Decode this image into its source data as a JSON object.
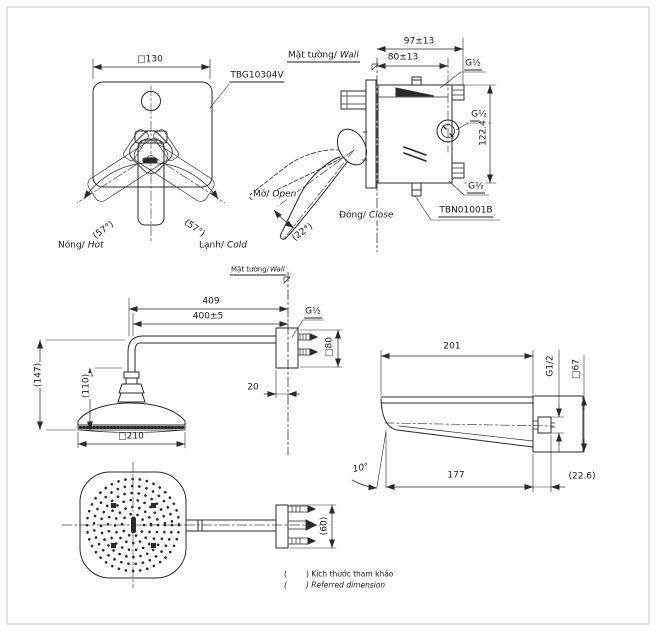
{
  "codes": {
    "head": "TBG10304V",
    "valve": "TBN01001B"
  },
  "front": {
    "size": "□130",
    "angle_left": "(57°)",
    "angle_right": "(57°)",
    "hot_vi": "Nóng/",
    "hot_en": "Hot",
    "cold_vi": "Lạnh/",
    "cold_en": "Cold"
  },
  "lever": {
    "open_vi": "Mở/",
    "open_en": "Open",
    "close_vi": "Đóng/",
    "close_en": "Close",
    "angle": "(22°)"
  },
  "valve": {
    "wall_vi": "Mặt tường/",
    "wall_en": "Wall",
    "dim_depth_max": "97±13",
    "dim_depth_min": "80±13",
    "thread_top": "G½",
    "thread_mid": "G½",
    "thread_bottom": "G½",
    "dim_height": "122.4"
  },
  "arm": {
    "wall_vi": "Mặt tường/",
    "wall_en": "Wall",
    "dim_reach": "409",
    "dim_length": "400±5",
    "thread": "G½",
    "dim_flange": "□80",
    "dim_offset": "20",
    "dim_drop_total": "(147)",
    "dim_drop": "(110)",
    "dim_head": "□210"
  },
  "top": {
    "dim_flange": "(60)"
  },
  "spout": {
    "dim_length": "201",
    "thread": "G1/2",
    "dim_flange": "□67",
    "angle": "10°",
    "dim_reach": "177",
    "dim_wall": "(22.6)"
  },
  "note": {
    "line1": "(        ) Kích thước tham khảo",
    "line2": "(        ) Referred dimension"
  }
}
